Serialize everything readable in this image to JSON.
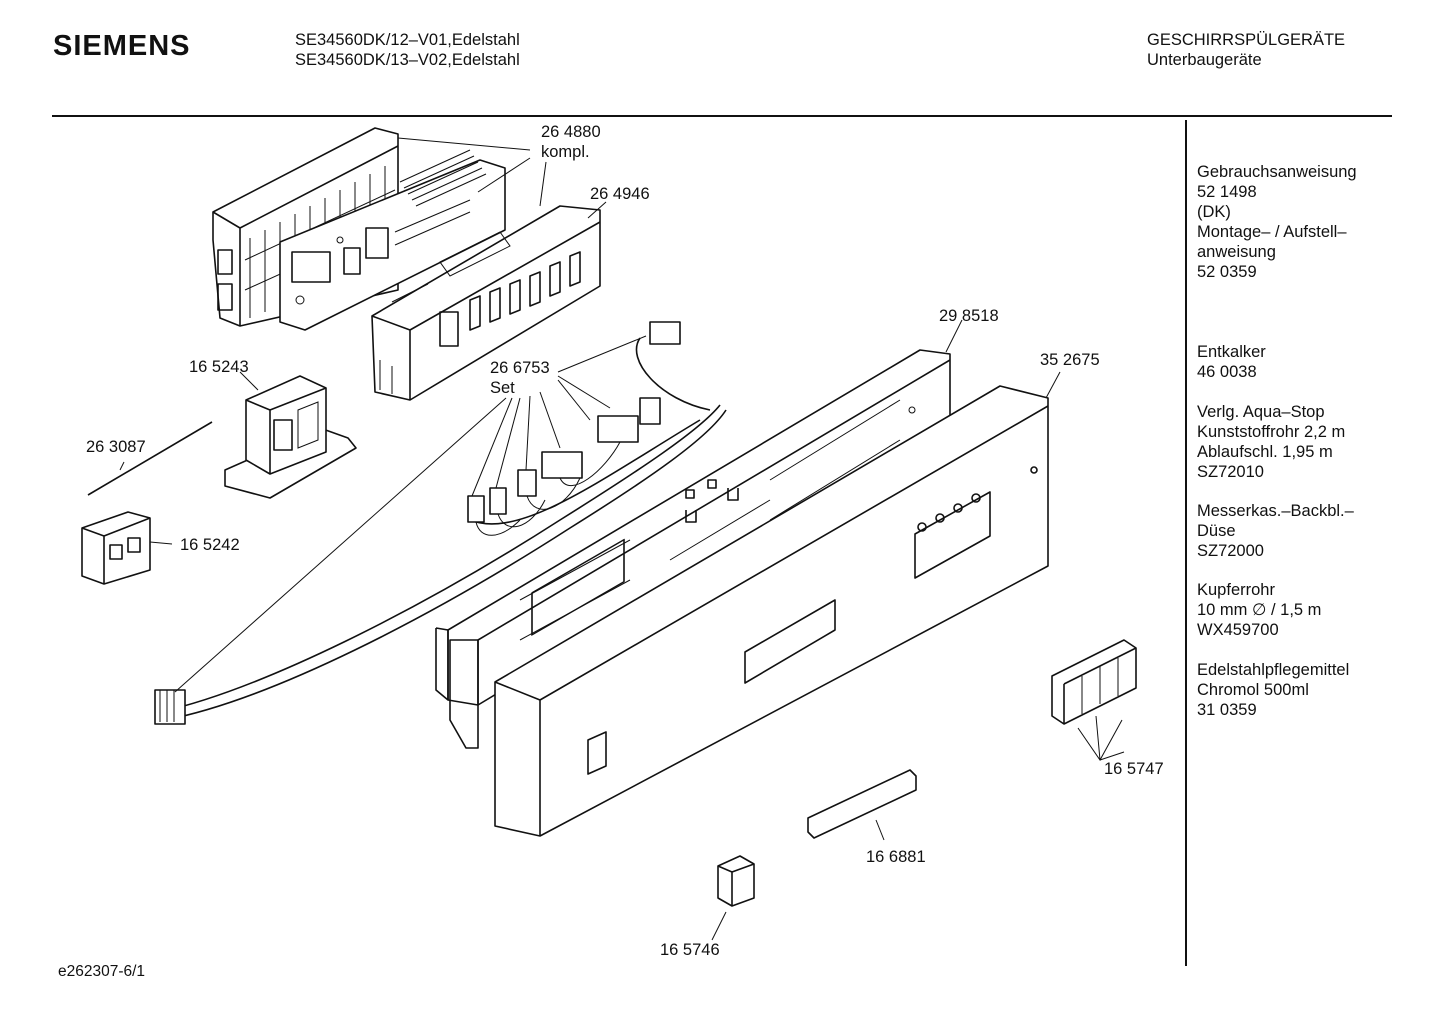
{
  "header": {
    "brand": "SIEMENS",
    "models": [
      "SE34560DK/12–V01,Edelstahl",
      "SE34560DK/13–V02,Edelstahl"
    ],
    "category": [
      "GESCHIRRSPÜLGERÄTE",
      "Unterbaugeräte"
    ]
  },
  "sidebar": {
    "groups": [
      [
        "Gebrauchsanweisung",
        "52 1498",
        "(DK)",
        "Montage– / Aufstell–",
        "anweisung",
        "52 0359"
      ],
      [
        "Entkalker",
        "46 0038"
      ],
      [
        "Verlg. Aqua–Stop",
        "Kunststoffrohr 2,2 m",
        "Ablaufschl. 1,95 m",
        "SZ72010"
      ],
      [
        "Messerkas.–Backbl.–",
        "Düse",
        "SZ72000"
      ],
      [
        "Kupferrohr",
        "10 mm ∅ / 1,5 m",
        "WX459700"
      ],
      [
        "Edelstahlpflegemittel",
        "Chromol 500ml",
        "31 0359"
      ]
    ]
  },
  "parts": {
    "p264880": [
      "26 4880",
      "kompl."
    ],
    "p264946": "26 4946",
    "p165243": "16 5243",
    "p266753": [
      "26 6753",
      "Set"
    ],
    "p298518": "29 8518",
    "p352675": "35 2675",
    "p263087": "26 3087",
    "p165242": "16 5242",
    "p165747": "16 5747",
    "p166881": "16 6881",
    "p165746": "16 5746"
  },
  "footer": {
    "drawing_id": "e262307-6/1"
  }
}
